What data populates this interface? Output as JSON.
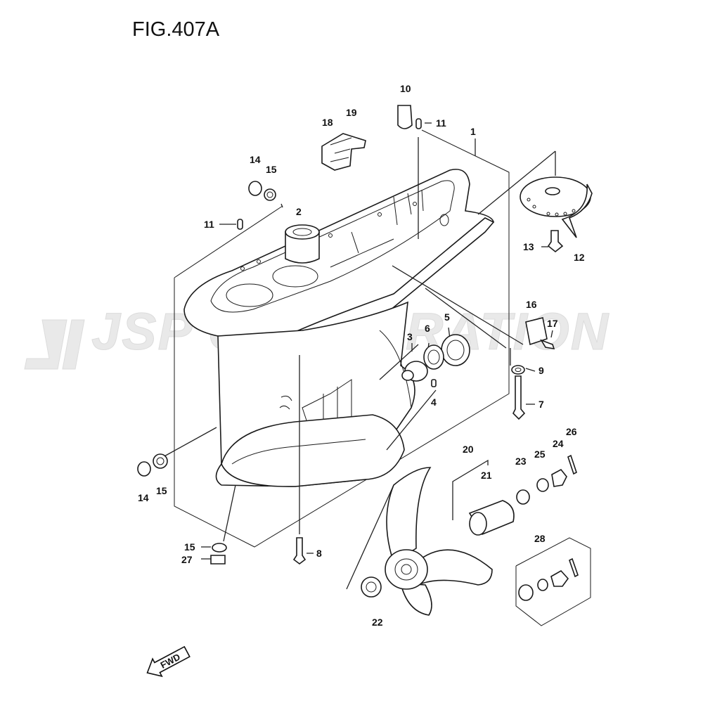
{
  "figure": {
    "title": "FIG.407A"
  },
  "watermark": {
    "text": "JSP CORPORATION"
  },
  "direction_marker": {
    "text": "FWD"
  },
  "callouts": [
    {
      "id": "c1",
      "label": "1"
    },
    {
      "id": "c2",
      "label": "2"
    },
    {
      "id": "c3",
      "label": "3"
    },
    {
      "id": "c4",
      "label": "4"
    },
    {
      "id": "c5",
      "label": "5"
    },
    {
      "id": "c6",
      "label": "6"
    },
    {
      "id": "c7",
      "label": "7"
    },
    {
      "id": "c8",
      "label": "8"
    },
    {
      "id": "c9",
      "label": "9"
    },
    {
      "id": "c10",
      "label": "10"
    },
    {
      "id": "c11a",
      "label": "11"
    },
    {
      "id": "c11b",
      "label": "11"
    },
    {
      "id": "c12",
      "label": "12"
    },
    {
      "id": "c13",
      "label": "13"
    },
    {
      "id": "c14a",
      "label": "14"
    },
    {
      "id": "c14b",
      "label": "14"
    },
    {
      "id": "c15a",
      "label": "15"
    },
    {
      "id": "c15b",
      "label": "15"
    },
    {
      "id": "c15c",
      "label": "15"
    },
    {
      "id": "c16",
      "label": "16"
    },
    {
      "id": "c17",
      "label": "17"
    },
    {
      "id": "c18",
      "label": "18"
    },
    {
      "id": "c19",
      "label": "19"
    },
    {
      "id": "c20",
      "label": "20"
    },
    {
      "id": "c21",
      "label": "21"
    },
    {
      "id": "c22",
      "label": "22"
    },
    {
      "id": "c23",
      "label": "23"
    },
    {
      "id": "c24",
      "label": "24"
    },
    {
      "id": "c25",
      "label": "25"
    },
    {
      "id": "c26",
      "label": "26"
    },
    {
      "id": "c27",
      "label": "27"
    },
    {
      "id": "c28",
      "label": "28"
    }
  ]
}
